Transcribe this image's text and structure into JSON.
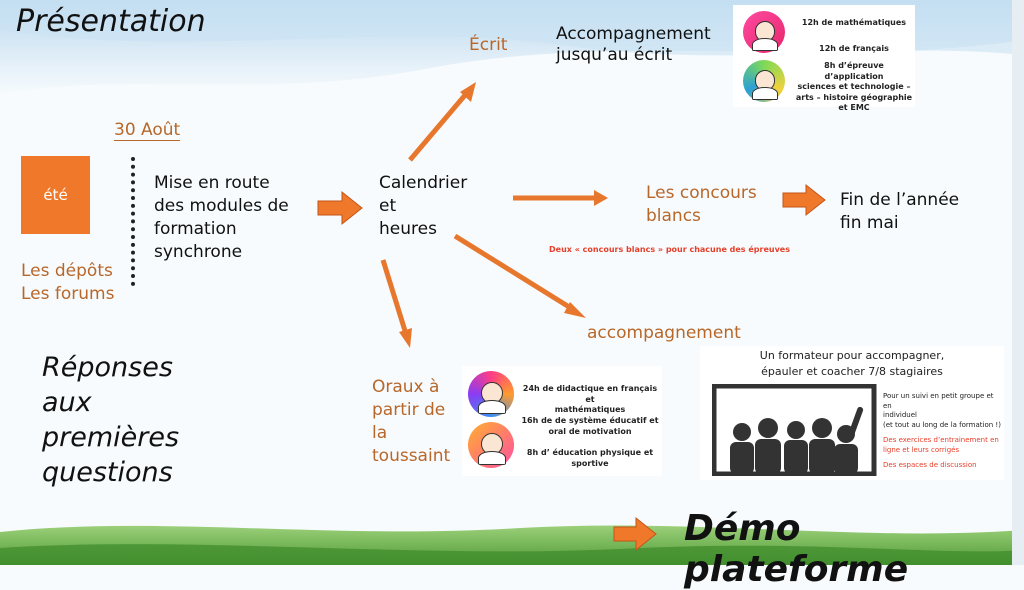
{
  "title": "Présentation",
  "left": {
    "date": "30 Août",
    "ete_label": "été",
    "depots": "Les dépôts",
    "forums": "Les forums",
    "mise_en_route": [
      "Mise en route",
      "des modules de",
      "formation",
      "synchrone"
    ]
  },
  "center": {
    "calendrier": [
      "Calendrier",
      "et",
      "heures"
    ]
  },
  "ecrit": {
    "label": "Écrit",
    "accompagnement": [
      "Accompagnement",
      "jusqu’au écrit"
    ],
    "items": [
      "12h de mathématiques",
      "12h de français",
      "8h d’épreuve d’application",
      "sciences et technologie –",
      "arts – histoire géographie",
      "et EMC"
    ]
  },
  "concours": {
    "label": [
      "Les concours",
      "blancs"
    ],
    "note": "Deux « concours blancs » pour chacune des épreuves",
    "fin": [
      "Fin de l’année",
      "fin mai"
    ]
  },
  "accompagnement": {
    "label": "accompagnement",
    "heading": [
      "Un formateur pour accompagner,",
      "épauler et coacher 7/8 stagiaires"
    ],
    "lines": [
      "Pour un suivi en petit groupe et en",
      "individuel",
      "(et tout au long de la formation !)"
    ],
    "red_lines": [
      "Des exercices d’entrainement en",
      "ligne et leurs corrigés",
      "Des espaces de discussion"
    ]
  },
  "oraux": {
    "label": [
      "Oraux à",
      "partir de",
      "la",
      "toussaint"
    ],
    "items": [
      "24h de didactique en français et",
      "mathématiques",
      "16h de de système éducatif et",
      "oral de motivation",
      "8h d’ éducation physique et",
      "sportive"
    ]
  },
  "reponses": [
    "Réponses",
    "aux",
    "premières",
    "questions"
  ],
  "demo": "Démo plateforme",
  "colors": {
    "accent": "#f0782a",
    "brown_text": "#b8672a",
    "red_note": "#e63f2a"
  }
}
